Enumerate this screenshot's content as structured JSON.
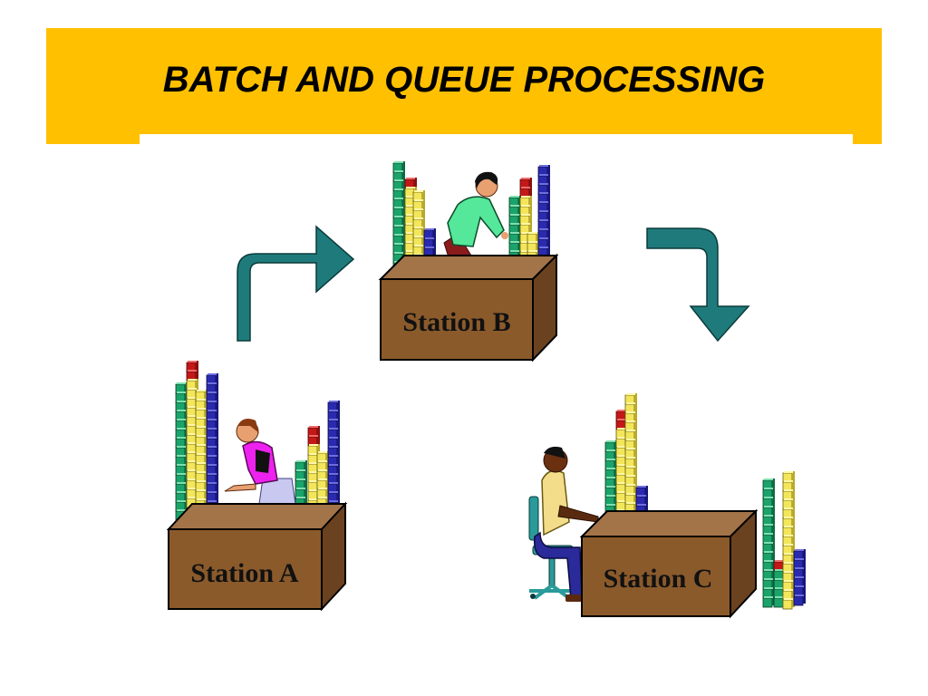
{
  "slide": {
    "title": "BATCH AND QUEUE PROCESSING"
  },
  "stations": [
    {
      "id": "a",
      "label": "Station A"
    },
    {
      "id": "b",
      "label": "Station B"
    },
    {
      "id": "c",
      "label": "Station C"
    }
  ],
  "colors": {
    "title_band": "#ffc000",
    "box_front": "#8b5a2b",
    "box_top": "#a47449",
    "box_side": "#6b4220",
    "arrow": "#1f7b7b",
    "cube_green": "#1aa36a",
    "cube_yellow": "#f3e65a",
    "cube_blue": "#2a2ab0",
    "cube_red": "#c41818"
  },
  "icons": [
    "worker-a-icon",
    "worker-b-icon",
    "worker-c-icon",
    "chair-icon",
    "flow-arrow-icon"
  ]
}
